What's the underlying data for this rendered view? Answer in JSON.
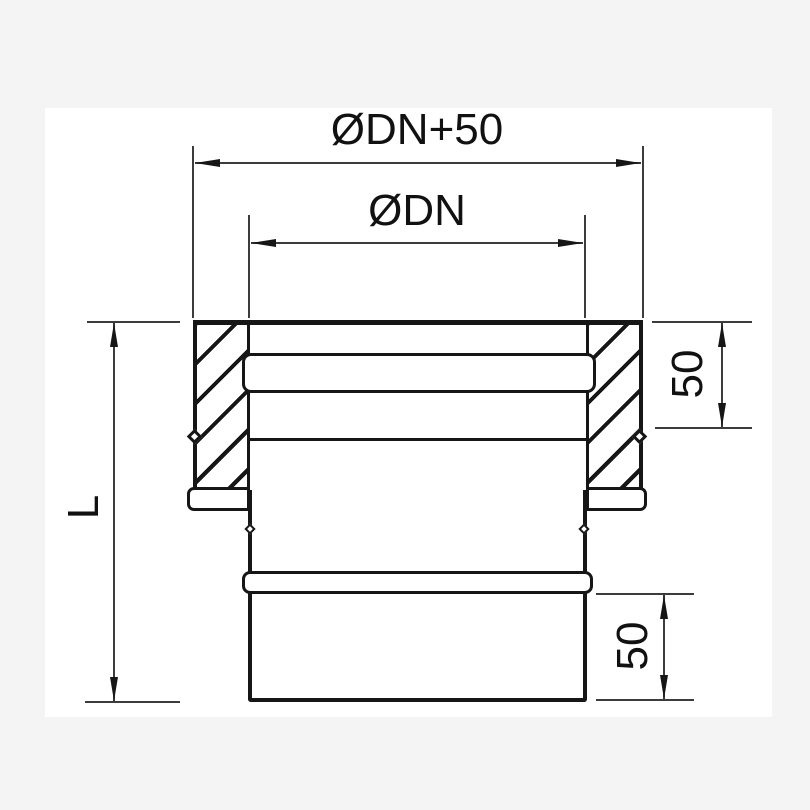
{
  "figure": {
    "type": "technical-drawing",
    "description": "Cross-section drawing of a cylindrical flue-pipe adapter with a hatched socket collar on top and a plain pipe spigot below, annotated with dimension lines",
    "dimensions": {
      "outer_diameter": "ØDN+50",
      "inner_diameter": "ØDN",
      "total_length": "L",
      "upper_depth": "50",
      "lower_depth": "50"
    },
    "colors": {
      "line": "#161616",
      "dim_line": "#3c3c3c",
      "background": "#f4f4f4",
      "paper": "#ffffff"
    }
  }
}
